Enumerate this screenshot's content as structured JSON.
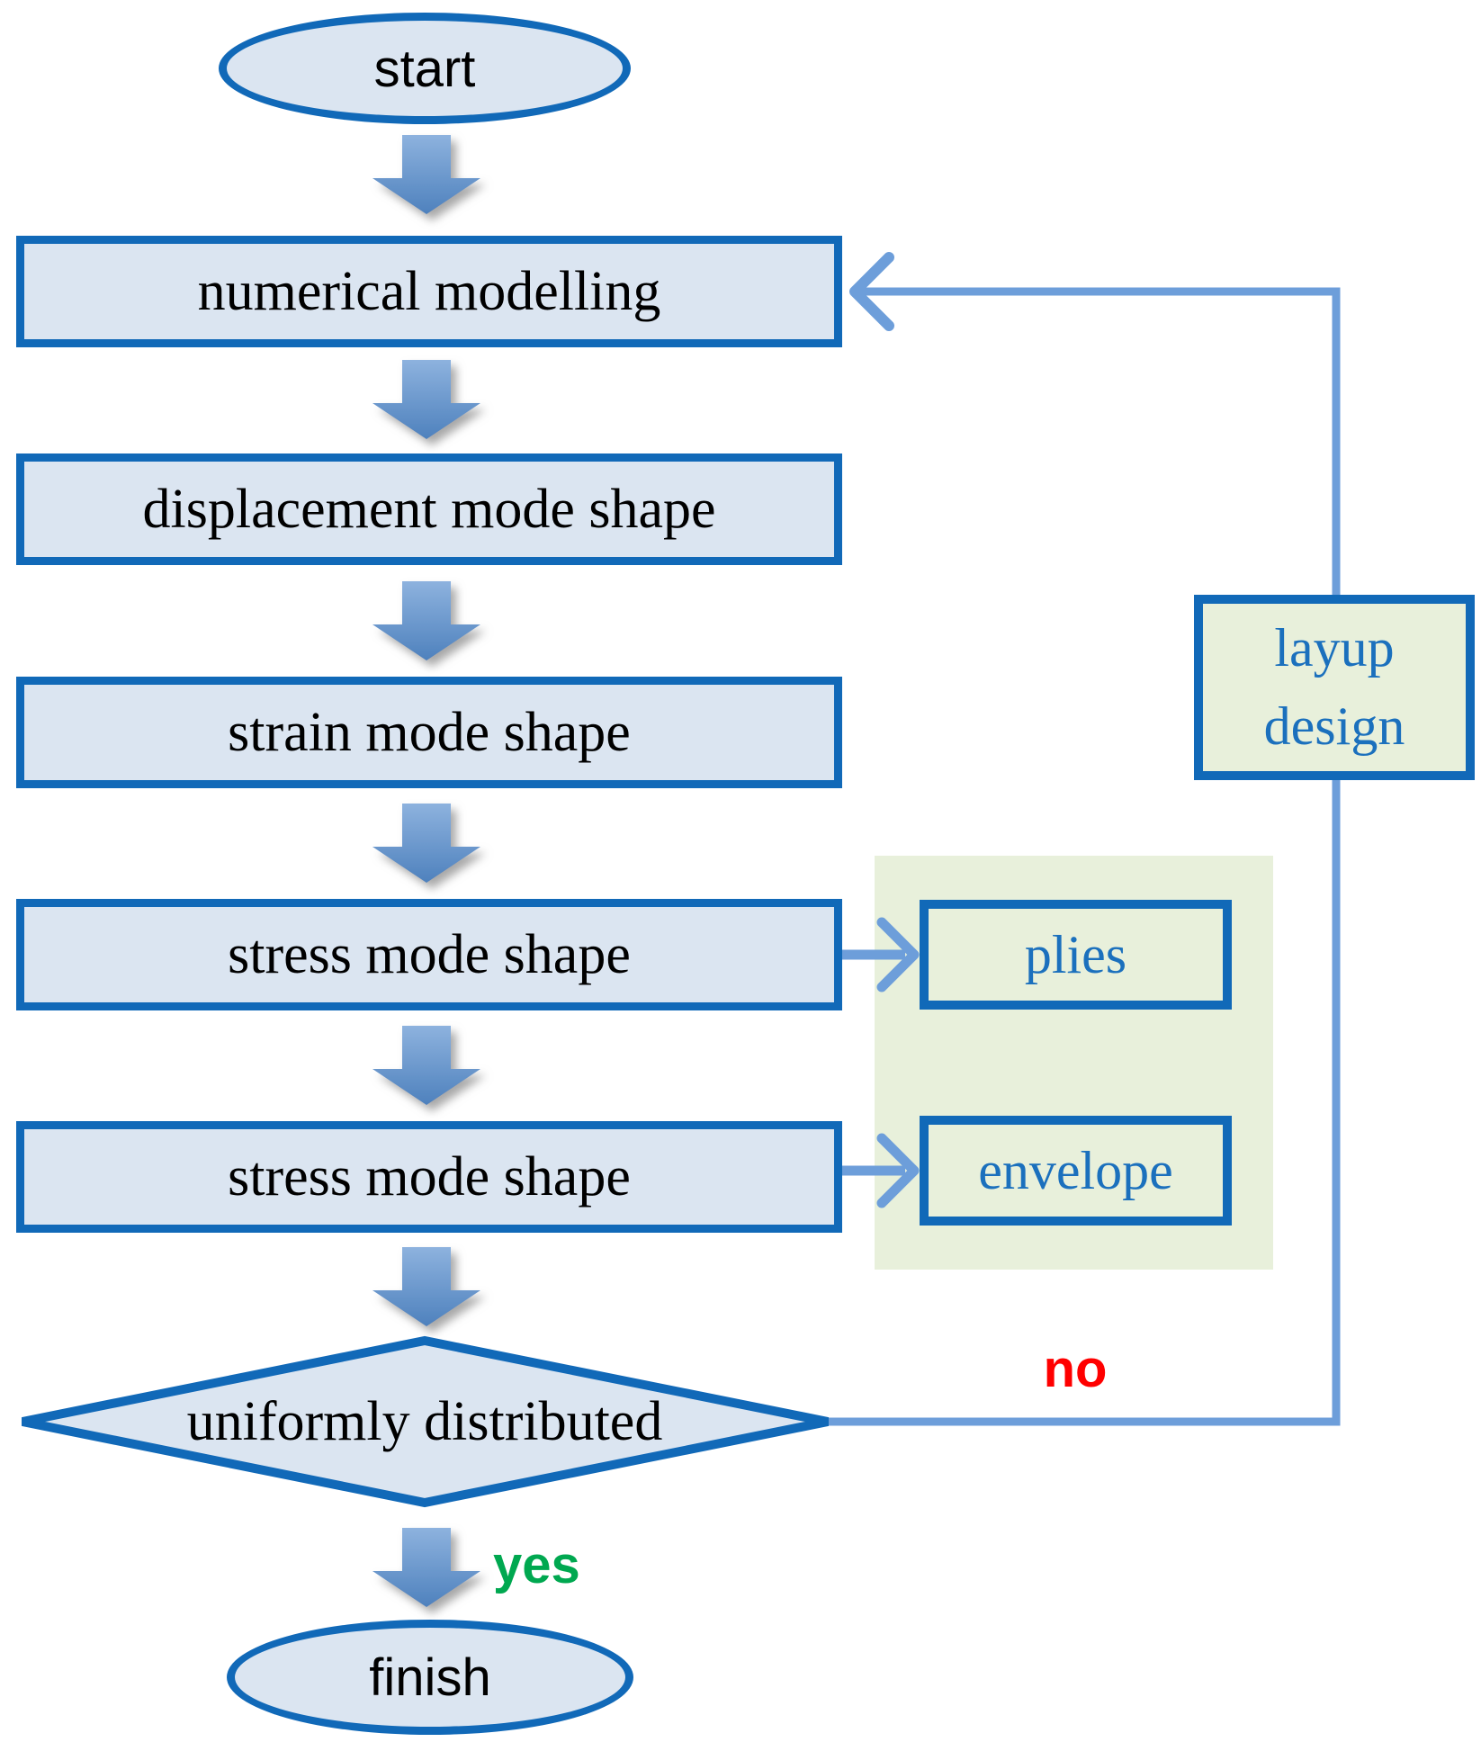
{
  "nodes": {
    "start": {
      "label": "start",
      "type": "terminator"
    },
    "numerical_modelling": {
      "label": "numerical modelling",
      "type": "process"
    },
    "displacement_mode_shape": {
      "label": "displacement mode shape",
      "type": "process"
    },
    "strain_mode_shape": {
      "label": "strain mode shape",
      "type": "process"
    },
    "stress_mode_shape_1": {
      "label": "stress mode shape",
      "type": "process"
    },
    "stress_mode_shape_2": {
      "label": "stress mode shape",
      "type": "process"
    },
    "plies": {
      "label": "plies",
      "type": "annotation"
    },
    "envelope": {
      "label": "envelope",
      "type": "annotation"
    },
    "layup_design": {
      "label": "layup design",
      "type": "annotation"
    },
    "uniformly_distributed": {
      "label": "uniformly distributed",
      "type": "decision"
    },
    "finish": {
      "label": "finish",
      "type": "terminator"
    }
  },
  "edge_labels": {
    "yes": "yes",
    "no": "no"
  },
  "colors": {
    "node_fill_blue": "#dbe5f1",
    "node_border_blue": "#1169b8",
    "group_fill_green": "#e8f0db",
    "annotation_text_blue": "#1b70bd",
    "connector_blue": "#6d9eda",
    "block_arrow_top": "#8db2de",
    "block_arrow_bottom": "#4e81bd",
    "yes_label_green": "#00a850",
    "no_label_red": "#ff0000",
    "process_text_black": "#000000"
  }
}
